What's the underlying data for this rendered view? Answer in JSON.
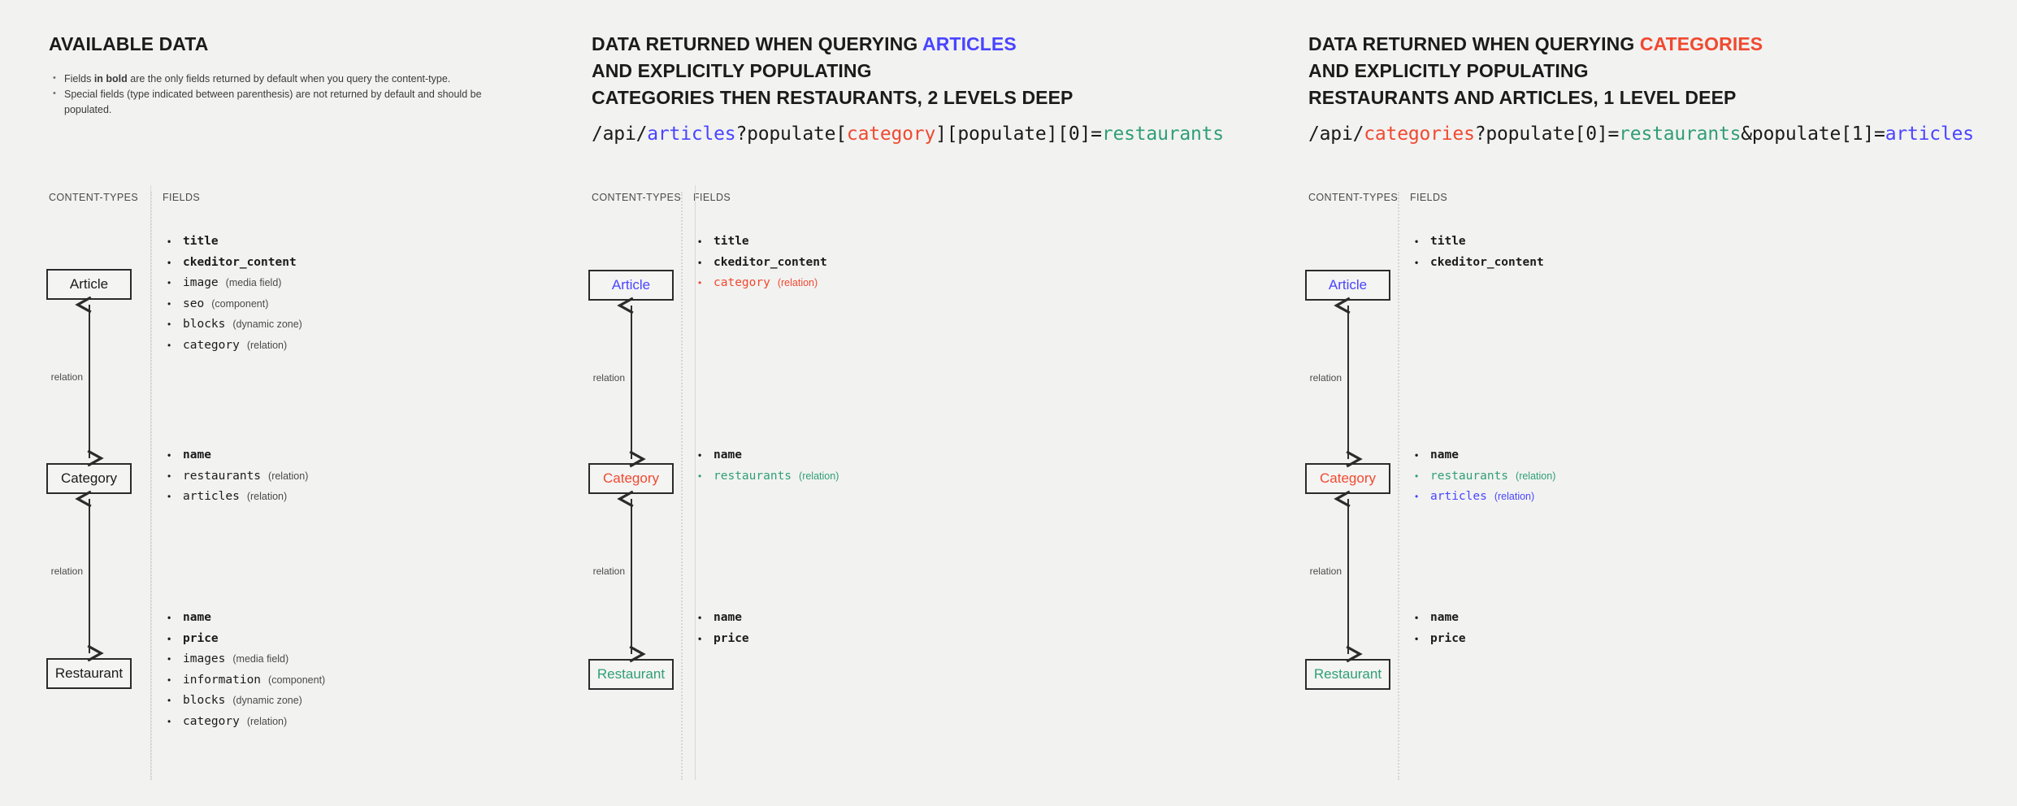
{
  "colors": {
    "blue": "#4945ff",
    "red": "#f0492f",
    "green": "#2f9e78",
    "background": "#f2f2f1",
    "box_border": "#2b2b2b"
  },
  "columns": {
    "content_types_label": "CONTENT-TYPES",
    "fields_label": "FIELDS",
    "relation_label": "relation"
  },
  "panel1": {
    "heading": "AVAILABLE DATA",
    "bullets": [
      {
        "pre": "Fields ",
        "bold": "in bold",
        "post": " are the only fields returned by default when you query the content-type."
      },
      {
        "pre": "Special fields (type indicated between parenthesis) are not returned by default and should be populated.",
        "bold": "",
        "post": ""
      }
    ],
    "entities": [
      {
        "name": "Article",
        "fields": [
          {
            "name": "title",
            "type": "",
            "style": "bold"
          },
          {
            "name": "ckeditor_content",
            "type": "",
            "style": "bold"
          },
          {
            "name": "image",
            "type": "(media field)",
            "style": ""
          },
          {
            "name": "seo",
            "type": "(component)",
            "style": ""
          },
          {
            "name": "blocks",
            "type": "(dynamic zone)",
            "style": ""
          },
          {
            "name": "category",
            "type": "(relation)",
            "style": ""
          }
        ]
      },
      {
        "name": "Category",
        "fields": [
          {
            "name": "name",
            "type": "",
            "style": "bold"
          },
          {
            "name": "restaurants",
            "type": "(relation)",
            "style": ""
          },
          {
            "name": "articles",
            "type": "(relation)",
            "style": ""
          }
        ]
      },
      {
        "name": "Restaurant",
        "fields": [
          {
            "name": "name",
            "type": "",
            "style": "bold"
          },
          {
            "name": "price",
            "type": "",
            "style": "bold"
          },
          {
            "name": "images",
            "type": "(media field)",
            "style": ""
          },
          {
            "name": "information",
            "type": "(component)",
            "style": ""
          },
          {
            "name": "blocks",
            "type": "(dynamic zone)",
            "style": ""
          },
          {
            "name": "category",
            "type": "(relation)",
            "style": ""
          }
        ]
      }
    ]
  },
  "panel2": {
    "heading_line1_pre": "DATA RETURNED WHEN QUERYING ",
    "heading_line1_hl": "ARTICLES",
    "heading_line2": "AND EXPLICITLY POPULATING",
    "heading_line3": "CATEGORIES THEN RESTAURANTS, 2 LEVELS DEEP",
    "query": [
      {
        "text": "/api/",
        "color": ""
      },
      {
        "text": "articles",
        "color": "blue"
      },
      {
        "text": "?populate[",
        "color": ""
      },
      {
        "text": "category",
        "color": "red"
      },
      {
        "text": "][populate][0]=",
        "color": ""
      },
      {
        "text": "restaurants",
        "color": "green"
      }
    ],
    "entities": [
      {
        "name": "Article",
        "color": "blue",
        "fields": [
          {
            "name": "title",
            "type": "",
            "style": "bold"
          },
          {
            "name": "ckeditor_content",
            "type": "",
            "style": "bold"
          },
          {
            "name": "category",
            "type": "(relation)",
            "style": "c-red"
          }
        ]
      },
      {
        "name": "Category",
        "color": "red",
        "fields": [
          {
            "name": "name",
            "type": "",
            "style": "bold"
          },
          {
            "name": "restaurants",
            "type": "(relation)",
            "style": "c-green"
          }
        ]
      },
      {
        "name": "Restaurant",
        "color": "green",
        "fields": [
          {
            "name": "name",
            "type": "",
            "style": "bold"
          },
          {
            "name": "price",
            "type": "",
            "style": "bold"
          }
        ]
      }
    ]
  },
  "panel3": {
    "heading_line1_pre": "DATA RETURNED WHEN QUERYING ",
    "heading_line1_hl": "CATEGORIES",
    "heading_line2": "AND EXPLICITLY POPULATING",
    "heading_line3": "RESTAURANTS AND ARTICLES, 1 LEVEL DEEP",
    "query": [
      {
        "text": "/api/",
        "color": ""
      },
      {
        "text": "categories",
        "color": "red"
      },
      {
        "text": "?populate[0]=",
        "color": ""
      },
      {
        "text": "restaurants",
        "color": "green"
      },
      {
        "text": "&populate[1]=",
        "color": ""
      },
      {
        "text": "articles",
        "color": "blue"
      }
    ],
    "entities": [
      {
        "name": "Article",
        "color": "blue",
        "fields": [
          {
            "name": "title",
            "type": "",
            "style": "bold"
          },
          {
            "name": "ckeditor_content",
            "type": "",
            "style": "bold"
          }
        ]
      },
      {
        "name": "Category",
        "color": "red",
        "fields": [
          {
            "name": "name",
            "type": "",
            "style": "bold"
          },
          {
            "name": "restaurants",
            "type": "(relation)",
            "style": "c-green"
          },
          {
            "name": "articles",
            "type": "(relation)",
            "style": "c-blue"
          }
        ]
      },
      {
        "name": "Restaurant",
        "color": "green",
        "fields": [
          {
            "name": "name",
            "type": "",
            "style": "bold"
          },
          {
            "name": "price",
            "type": "",
            "style": "bold"
          }
        ]
      }
    ]
  }
}
